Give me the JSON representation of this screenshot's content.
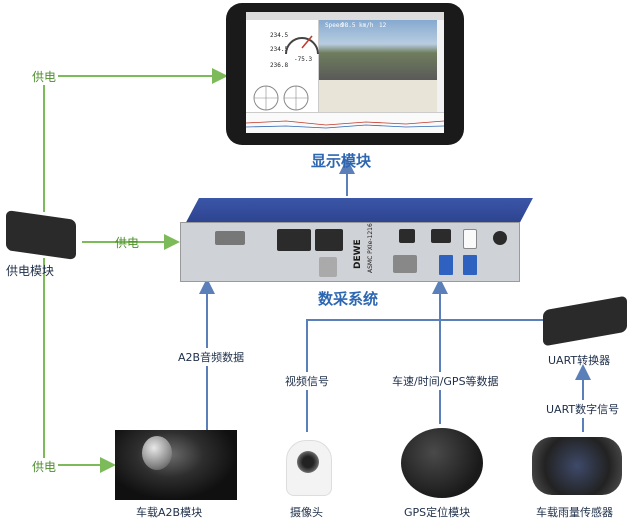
{
  "labels": {
    "display_module": "显示模块",
    "daq_system": "数采系统",
    "power_module": "供电模块",
    "uart_converter": "UART转换器",
    "car_a2b": "车载A2B模块",
    "camera": "摄像头",
    "gps": "GPS定位模块",
    "rain_sensor": "车载雨量传感器"
  },
  "edges": {
    "power_top": "供电",
    "power_mid": "供电",
    "power_bottom": "供电",
    "a2b_audio": "A2B音频数据",
    "video_signal": "视频信号",
    "speed_gps": "车速/时间/GPS等数据",
    "uart_digital": "UART数字信号"
  },
  "screen": {
    "val1": "234.5",
    "val2": "234.5",
    "val3": "236.8",
    "val4": "-75.3",
    "speed_label": "Speed",
    "speed_val": "98.5",
    "speed_unit": "km/h",
    "speed_num": "12"
  },
  "device": {
    "brand": "DEWE",
    "model": "ASMC PXIe-1216"
  },
  "colors": {
    "blue_label": "#2e67b1",
    "green_label": "#4e8f2c",
    "arrow_blue": "#5b7fb9",
    "arrow_green": "#7dbb5a"
  }
}
